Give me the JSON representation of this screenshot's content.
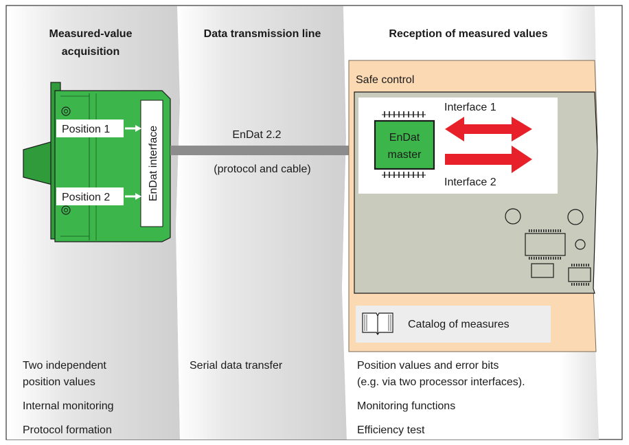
{
  "columns": {
    "acquisition": {
      "title_line1": "Measured-value",
      "title_line2": "acquisition"
    },
    "transmission": {
      "title": "Data transmission line"
    },
    "reception": {
      "title": "Reception of measured values"
    }
  },
  "encoder": {
    "interface_label": "EnDat interface",
    "position1": "Position 1",
    "position2": "Position 2"
  },
  "cable": {
    "protocol": "EnDat 2.2",
    "subtitle": "(protocol and cable)"
  },
  "control": {
    "title": "Safe control",
    "master_line1": "EnDat",
    "master_line2": "master",
    "interface1": "Interface 1",
    "interface2": "Interface 2",
    "catalog": "Catalog of measures"
  },
  "footer": {
    "acquisition": [
      "Two independent",
      "position values",
      "Internal monitoring",
      "Protocol formation"
    ],
    "transmission": [
      "Serial data transfer"
    ],
    "reception": [
      "Position values and error bits",
      "(e.g. via two processor interfaces).",
      "Monitoring functions",
      "Efficiency test"
    ]
  },
  "colors": {
    "column_gray": "#e4e4e4",
    "encoder_green": "#3cb54a",
    "control_peach": "#fbd9b3",
    "board_gray": "#c9cbbd",
    "arrow_red": "#e8202a",
    "cable_gray": "#8c8c8c"
  }
}
